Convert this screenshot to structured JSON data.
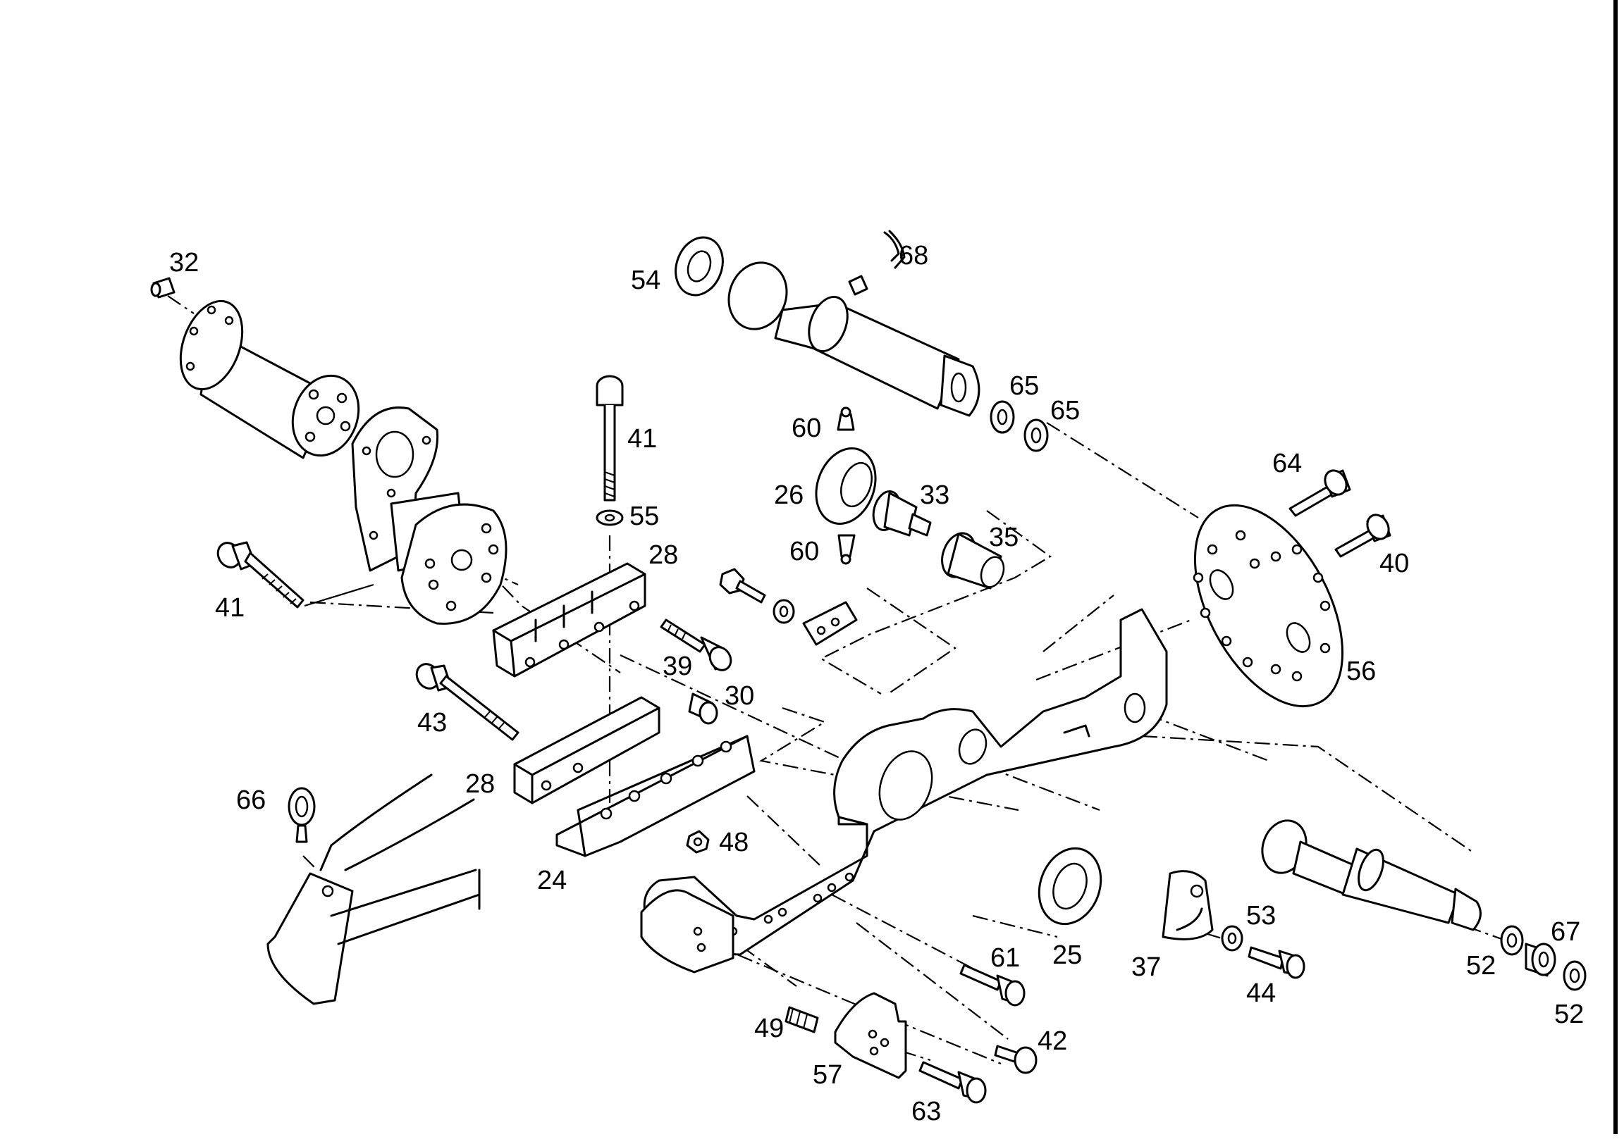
{
  "diagram": {
    "title": "",
    "parts": [
      {
        "id": "p24",
        "label": "24"
      },
      {
        "id": "p25",
        "label": "25"
      },
      {
        "id": "p26",
        "label": "26"
      },
      {
        "id": "p28a",
        "label": "28"
      },
      {
        "id": "p28b",
        "label": "28"
      },
      {
        "id": "p30",
        "label": "30"
      },
      {
        "id": "p32",
        "label": "32"
      },
      {
        "id": "p33",
        "label": "33"
      },
      {
        "id": "p35",
        "label": "35"
      },
      {
        "id": "p37",
        "label": "37"
      },
      {
        "id": "p39",
        "label": "39"
      },
      {
        "id": "p40",
        "label": "40"
      },
      {
        "id": "p41a",
        "label": "41"
      },
      {
        "id": "p41b",
        "label": "41"
      },
      {
        "id": "p42",
        "label": "42"
      },
      {
        "id": "p43",
        "label": "43"
      },
      {
        "id": "p44",
        "label": "44"
      },
      {
        "id": "p48",
        "label": "48"
      },
      {
        "id": "p49",
        "label": "49"
      },
      {
        "id": "p52a",
        "label": "52"
      },
      {
        "id": "p52b",
        "label": "52"
      },
      {
        "id": "p53",
        "label": "53"
      },
      {
        "id": "p54",
        "label": "54"
      },
      {
        "id": "p55",
        "label": "55"
      },
      {
        "id": "p56",
        "label": "56"
      },
      {
        "id": "p57",
        "label": "57"
      },
      {
        "id": "p60a",
        "label": "60"
      },
      {
        "id": "p60b",
        "label": "60"
      },
      {
        "id": "p61",
        "label": "61"
      },
      {
        "id": "p63",
        "label": "63"
      },
      {
        "id": "p64",
        "label": "64"
      },
      {
        "id": "p65a",
        "label": "65"
      },
      {
        "id": "p65b",
        "label": "65"
      },
      {
        "id": "p66",
        "label": "66"
      },
      {
        "id": "p67",
        "label": "67"
      },
      {
        "id": "p68",
        "label": "68"
      }
    ]
  }
}
